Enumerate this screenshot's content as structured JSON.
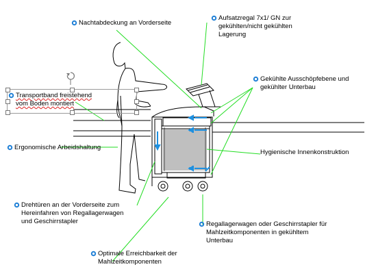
{
  "labels": {
    "nachtabdeckung": "Nachtabdeckung an Vorderseite",
    "aufsatzregal": "Aufsatzregal 7x1/ GN zur\ngekühlten/nicht gekühlten\nLagerung",
    "transportband": "Transportband freistehend\nvom Boden montiert",
    "ausschoepfebene": "Gekühlte Ausschöpfebene und\ngekühlter Unterbau",
    "ergonomisch": "Ergonomische Arbeidshaltung",
    "hygienisch": "Hygienische Innenkonstruktion",
    "drehtueren": "Drehtüren an der Vorderseite zum\nHereinfahren von Regallagerwagen\nund Geschirrstapler",
    "regallagerwagen": "Regallagerwagen oder Geschirrstapler für\nMahlzeitkomponenten in gekühltem\nUnterbau",
    "erreichbarkeit": "Optimale Erreichbarkeit der\nMahlzeitkomponenten"
  },
  "colors": {
    "leader_line": "#22dd22",
    "marker_blue": "#1e7fd6",
    "flow_arrow": "#1e90e0",
    "drawing": "#000000"
  },
  "icons": {
    "label_marker": "blue-swirl-icon",
    "rotate_handle": "rotate-handle-icon"
  }
}
